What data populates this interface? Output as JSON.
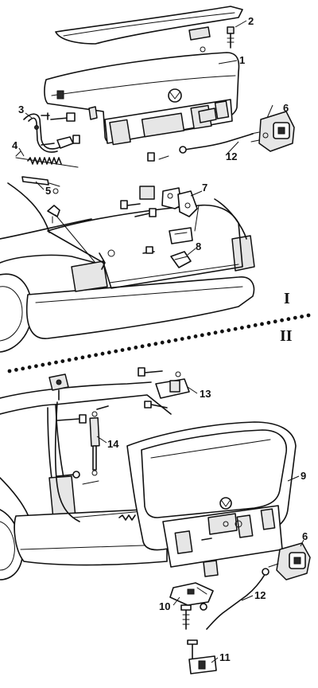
{
  "diagram": {
    "sections": [
      {
        "id": "section-i",
        "label": "I"
      },
      {
        "id": "section-ii",
        "label": "II"
      }
    ],
    "callouts": {
      "c1": "1",
      "c2": "2",
      "c3": "3",
      "c4": "4",
      "c5": "5",
      "c6": "6",
      "c7": "7",
      "c8": "8",
      "c9": "9",
      "c10": "10",
      "c11": "11",
      "c12": "12",
      "c12b": "12",
      "c6b": "6",
      "c13": "13",
      "c14": "14"
    }
  }
}
